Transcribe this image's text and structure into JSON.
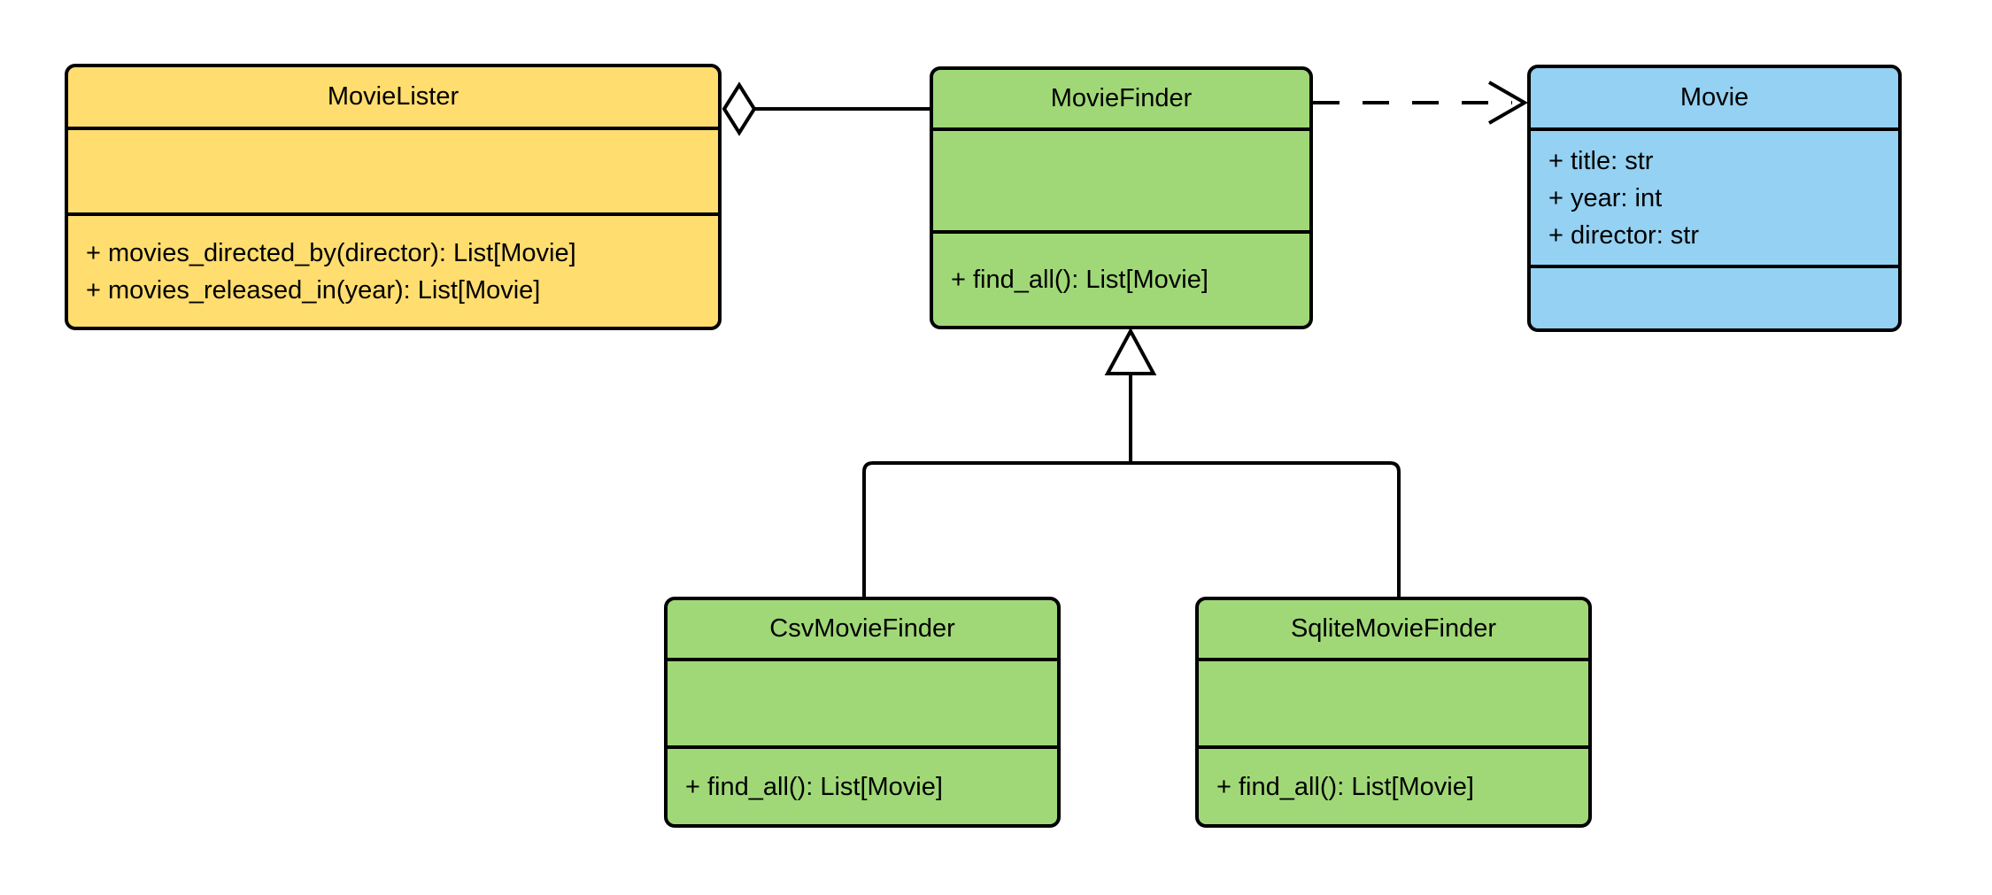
{
  "diagram": {
    "kind": "uml-class-diagram",
    "classes": {
      "movie_lister": {
        "name": "MovieLister",
        "attributes": [],
        "methods": [
          "+ movies_directed_by(director): List[Movie]",
          "+ movies_released_in(year): List[Movie]"
        ]
      },
      "movie_finder": {
        "name": "MovieFinder",
        "attributes": [],
        "methods": [
          "+ find_all(): List[Movie]"
        ]
      },
      "movie": {
        "name": "Movie",
        "attributes": [
          "+ title: str",
          "+ year: int",
          "+ director: str"
        ],
        "methods": []
      },
      "csv_movie_finder": {
        "name": "CsvMovieFinder",
        "attributes": [],
        "methods": [
          "+ find_all(): List[Movie]"
        ]
      },
      "sqlite_movie_finder": {
        "name": "SqliteMovieFinder",
        "attributes": [],
        "methods": [
          "+ find_all(): List[Movie]"
        ]
      }
    },
    "relationships": [
      {
        "type": "aggregation",
        "from": "MovieLister",
        "to": "MovieFinder"
      },
      {
        "type": "dependency",
        "from": "MovieFinder",
        "to": "Movie"
      },
      {
        "type": "inheritance",
        "from": "CsvMovieFinder",
        "to": "MovieFinder"
      },
      {
        "type": "inheritance",
        "from": "SqliteMovieFinder",
        "to": "MovieFinder"
      }
    ],
    "colors": {
      "yellow": "#FFDD6E",
      "green": "#A0D877",
      "blue": "#94D1F2",
      "line": "#000000",
      "hollow": "#FFFFFF"
    }
  }
}
